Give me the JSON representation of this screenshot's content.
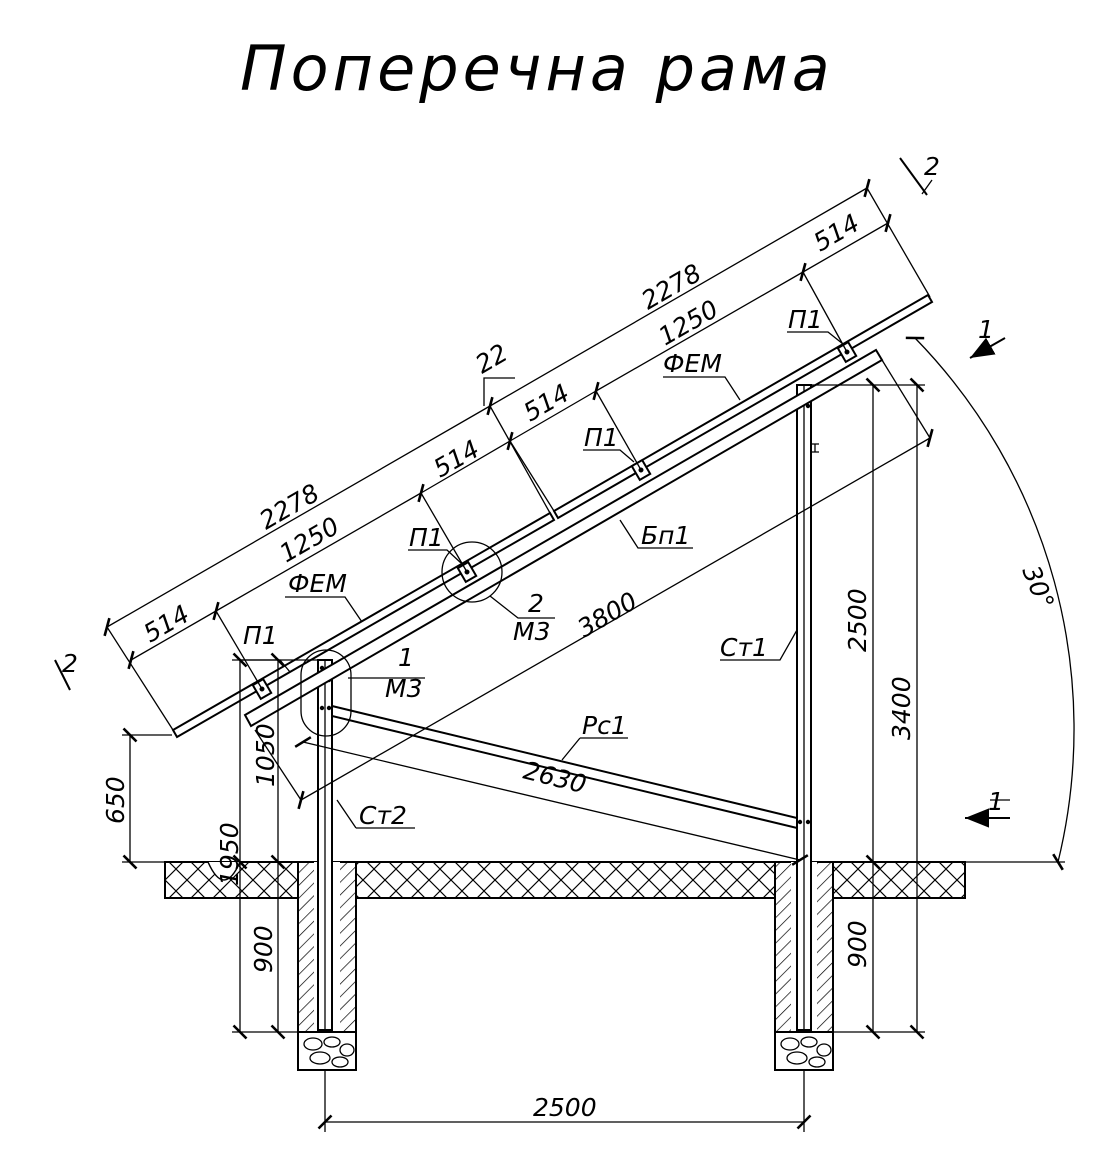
{
  "title": "Поперечна рама",
  "dims": {
    "d2278_lower": "2278",
    "d2278_upper": "2278",
    "d1250_lower": "1250",
    "d1250_upper": "1250",
    "d514_a": "514",
    "d514_b": "514",
    "d514_c": "514",
    "d514_d": "514",
    "d22": "22",
    "d3800": "3800",
    "d2630": "2630",
    "d2500_vertical": "2500",
    "d3400": "3400",
    "d2500_horizontal": "2500",
    "d650": "650",
    "d1950": "1950",
    "d1050": "1050",
    "d900_left": "900",
    "d900_right": "900",
    "angle": "30°"
  },
  "labels": {
    "fem_lower": "ФЕМ",
    "fem_upper": "ФЕМ",
    "p1_a": "П1",
    "p1_b": "П1",
    "p1_c": "П1",
    "p1_d": "П1",
    "bp1": "Бп1",
    "st1": "Ст1",
    "st2": "Ст2",
    "rs1": "Рс1",
    "node1_num": "1",
    "node1_sheet": "М3",
    "node2_num": "2",
    "node2_sheet": "М3"
  },
  "sections": {
    "s1_top": "1",
    "s1_bottom": "1",
    "s2_top": "2",
    "s2_bottom": "2"
  }
}
